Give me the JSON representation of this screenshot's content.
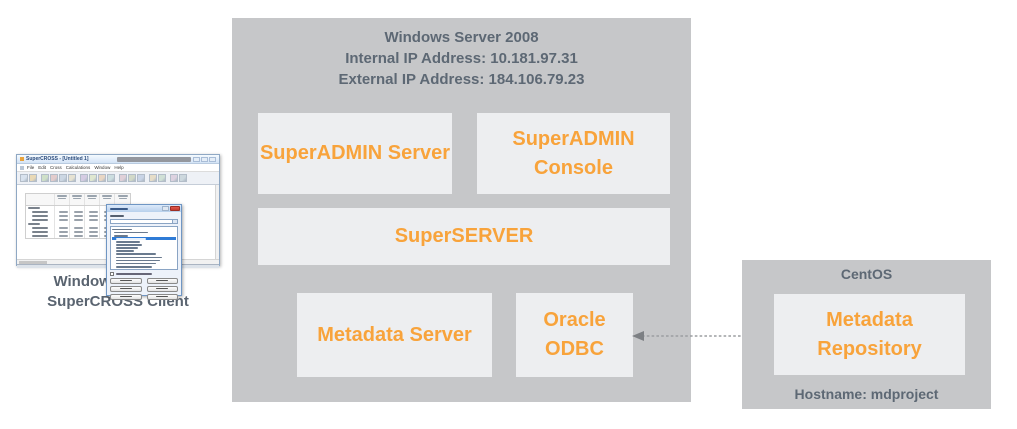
{
  "colors": {
    "container_gray": "#c6c7c9",
    "component_box": "#edeef0",
    "accent_orange": "#f8a33b",
    "label_slate": "#5d6874",
    "arrow_gray": "#7d8084"
  },
  "main_container": {
    "title": "Windows Server 2008",
    "internal_ip": "Internal IP Address: 10.181.97.31",
    "external_ip": "External IP Address: 184.106.79.23",
    "boxes": {
      "superadmin_server": "SuperADMIN Server",
      "superadmin_console": "SuperADMIN Console",
      "superserver": "SuperSERVER",
      "metadata_server": "Metadata Server",
      "oracle_odbc": "Oracle ODBC"
    }
  },
  "centos_container": {
    "title": "CentOS",
    "box": "Metadata Repository",
    "hostname": "Hostname: mdproject"
  },
  "client": {
    "caption_line1": "Windows Desktop",
    "caption_line2": "SuperCROSS Client",
    "window_title": "SuperCROSS - [Untitled 1]",
    "menu_items": [
      "File",
      "Edit",
      "Cross",
      "Calculations",
      "Window",
      "Help"
    ]
  }
}
